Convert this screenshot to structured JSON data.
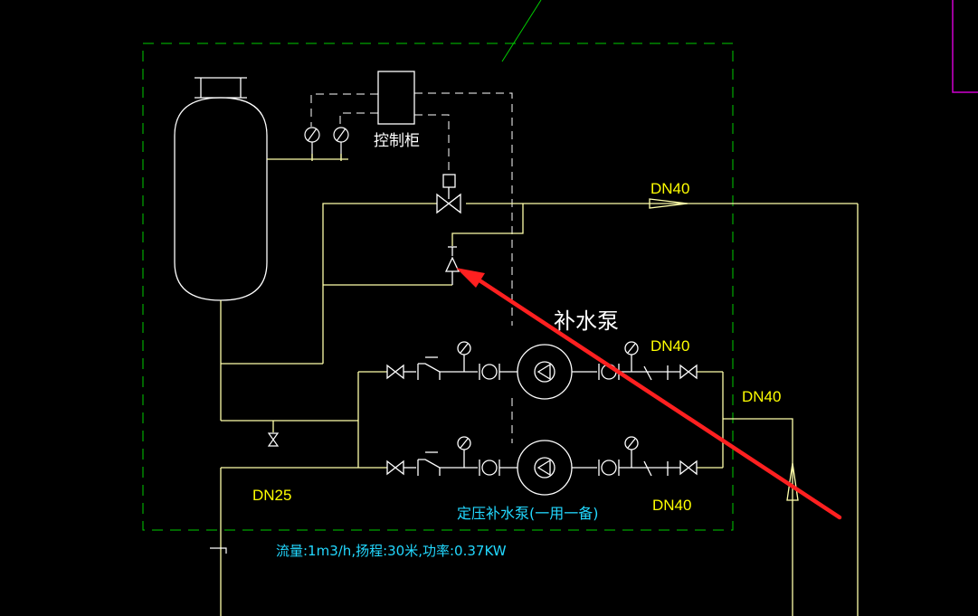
{
  "labels": {
    "control_cabinet": "控制柜",
    "makeup_pump": "补水泵",
    "dn40_top": "DN40",
    "dn40_pump1": "DN40",
    "dn40_right": "DN40",
    "dn40_pump2": "DN40",
    "dn25": "DN25",
    "pump_caption": "定压补水泵(一用一备)",
    "specs": "流量:1m3/h,扬程:30米,功率:0.37KW"
  },
  "colors": {
    "background": "#000000",
    "pipe": "#ffffaa",
    "pipe_dark": "#d8d080",
    "white": "#ffffff",
    "boundary": "#00cc00",
    "dn_text": "#ffff00",
    "caption": "#22d8ff",
    "arrow": "#ff2020",
    "magenta": "#d000d0"
  }
}
